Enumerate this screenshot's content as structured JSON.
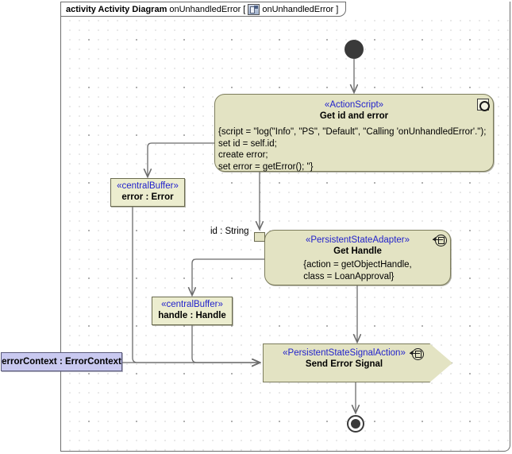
{
  "frame": {
    "keyword": "activity Activity Diagram",
    "name": "onUnhandledError",
    "bracket_open": "[",
    "tab_name": "onUnhandledError",
    "bracket_close": "]",
    "icon": "activity-diagram-icon"
  },
  "nodes": {
    "initial": {
      "name": "initial-node"
    },
    "final": {
      "name": "activity-final-node"
    },
    "action_get_id": {
      "stereotype": "«ActionScript»",
      "name": "Get id and error",
      "body_lines": [
        "{script = \"log(\"Info\", \"PS\", \"Default\", \"Calling 'onUnhandledError'.\");",
        "set id = self.id;",
        "create error;",
        "set error = getError(); \"}"
      ],
      "icon": "script-icon"
    },
    "action_get_handle": {
      "stereotype": "«PersistentStateAdapter»",
      "name": "Get Handle",
      "body_lines": [
        "{action = getObjectHandle,",
        "class = LoanApproval}"
      ],
      "icon": "adapter-icon",
      "input_pin_label": "id : String"
    },
    "signal_send": {
      "stereotype": "«PersistentStateSignalAction»",
      "name": "Send Error Signal",
      "icon": "adapter-icon"
    },
    "buffer_error": {
      "stereotype": "«centralBuffer»",
      "name": "error : Error"
    },
    "buffer_handle": {
      "stereotype": "«centralBuffer»",
      "name": "handle : Handle"
    },
    "param_error_context": {
      "name": "errorContext : ErrorContext"
    }
  },
  "colors": {
    "node_fill": "#e3e3c3",
    "buffer_fill": "#ecedcf",
    "param_fill": "#c9c9f0",
    "stereotype_text": "#2222cc",
    "node_border": "#7c7c5c",
    "line": "#6b6b6b"
  }
}
